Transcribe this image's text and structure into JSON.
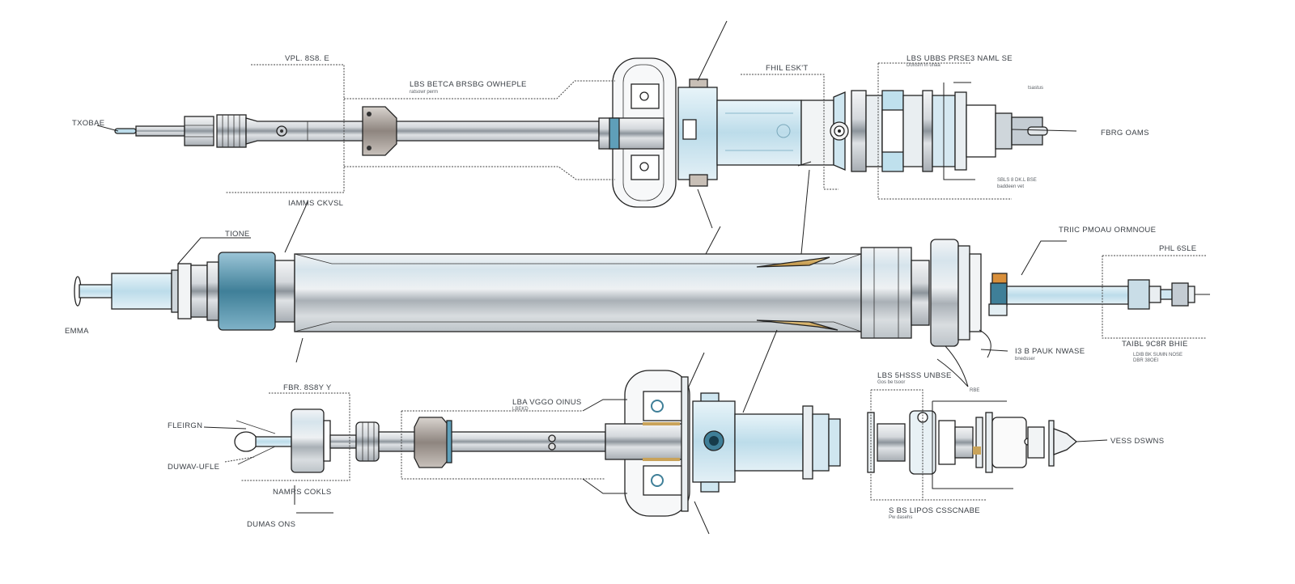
{
  "diagram": {
    "title": "Exploded technical illustration of three cylindrical injector / actuator assemblies",
    "colors": {
      "background": "#ffffff",
      "outline": "#222222",
      "steel_light": "#e4e7ea",
      "steel_mid": "#b9bfc5",
      "steel_dark": "#7d858c",
      "glass_blue": "#cfe6f0",
      "accent_blue": "#5f9fb9",
      "accent_teal": "#3f7f98",
      "brass": "#c9a35a",
      "copper": "#d98f3a"
    },
    "assemblies": [
      {
        "id": "top",
        "name": "Upper assembly",
        "labels": [
          {
            "id": "top-tip",
            "text": "TXOBAE",
            "sub": ""
          },
          {
            "id": "top-valve",
            "text": "VPL. 8S8. E",
            "sub": ""
          },
          {
            "id": "top-body-upper",
            "text": "LBS BETCA BRSBG OWHEPLE",
            "sub": "ratsowr perm"
          },
          {
            "id": "top-body-lower",
            "text": "IAMMS CKVSL",
            "sub": ""
          },
          {
            "id": "top-seat",
            "text": "FHIL ESK'T",
            "sub": ""
          },
          {
            "id": "top-rear-upper",
            "text": "LBS UBBS PRSE3 NAML SE",
            "sub": "Doxisrh in unaa"
          },
          {
            "id": "top-rear-small",
            "text": "tsastus",
            "sub": ""
          },
          {
            "id": "top-end",
            "text": "FBRG OAMS",
            "sub": ""
          },
          {
            "id": "top-rear-lower",
            "text": "SBLS 8 DK.L BSE",
            "sub": "baddeen vet"
          }
        ]
      },
      {
        "id": "middle",
        "name": "Middle assembly",
        "labels": [
          {
            "id": "mid-tone",
            "text": "TIONE",
            "sub": ""
          },
          {
            "id": "mid-tip",
            "text": "EMMA",
            "sub": ""
          },
          {
            "id": "mid-flange",
            "text": "TRIIC PMOAU ORMNOUE",
            "sub": ""
          },
          {
            "id": "mid-rod",
            "text": "PHL 6SLE",
            "sub": ""
          },
          {
            "id": "mid-flange-lower",
            "text": "I3 B PAUK NWASE",
            "sub": "bnedsser"
          },
          {
            "id": "mid-rod-lower",
            "text": "TAIBL 9C8R BHIE",
            "sub": ""
          },
          {
            "id": "mid-rod-note",
            "text": "LDIB BK SUMN NOSE",
            "sub": "DBR 38OEI"
          }
        ]
      },
      {
        "id": "bottom",
        "name": "Lower assembly",
        "labels": [
          {
            "id": "bot-seat",
            "text": "FBR. 8S8Y Y",
            "sub": ""
          },
          {
            "id": "bot-tip-upper",
            "text": "FLEIRGN",
            "sub": ""
          },
          {
            "id": "bot-tip-lower",
            "text": "DUWAV-UFLE",
            "sub": ""
          },
          {
            "id": "bot-body",
            "text": "NAMRS COKLS",
            "sub": ""
          },
          {
            "id": "bot-base",
            "text": "DUMAS ONS",
            "sub": ""
          },
          {
            "id": "bot-valve",
            "text": "LBA VGGO OINUS",
            "sub": "LBEKD"
          },
          {
            "id": "bot-rear-upper",
            "text": "LBS 5HSSS UNBSE",
            "sub": "Gos be tsoor"
          },
          {
            "id": "bot-rear-note",
            "text": "RBE",
            "sub": ""
          },
          {
            "id": "bot-end",
            "text": "VESS DSWNS",
            "sub": ""
          },
          {
            "id": "bot-rear-lower",
            "text": "S BS LIPOS CSSCNABE",
            "sub": "Pw dasehs"
          }
        ]
      }
    ]
  }
}
